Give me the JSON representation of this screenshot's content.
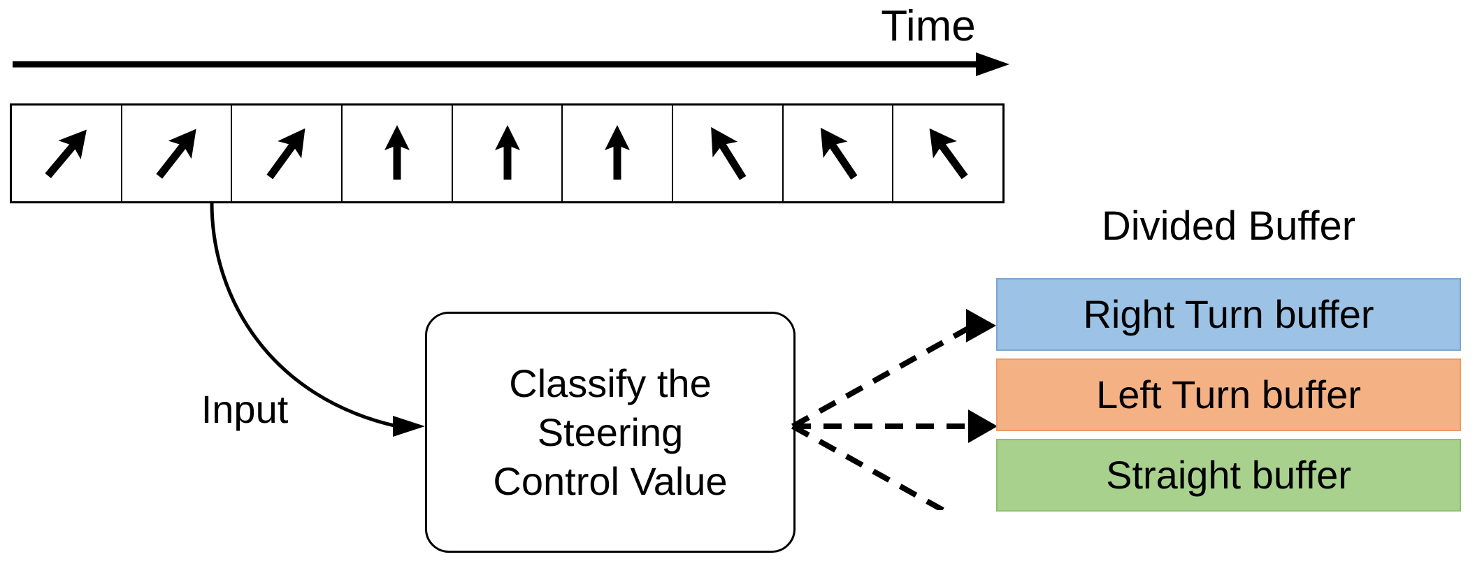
{
  "diagram": {
    "time_axis": {
      "label": "Time",
      "icon": "right-arrow-icon"
    },
    "frame_strip": {
      "name": "steering-frame-sequence",
      "frames": [
        {
          "index": 1,
          "icon": "arrow-up-right-icon",
          "angle_deg": 40,
          "direction": "right turn"
        },
        {
          "index": 2,
          "icon": "arrow-up-right-icon",
          "angle_deg": 38,
          "direction": "right turn"
        },
        {
          "index": 3,
          "icon": "arrow-up-right-icon",
          "angle_deg": 36,
          "direction": "right turn"
        },
        {
          "index": 4,
          "icon": "arrow-up-icon",
          "angle_deg": 0,
          "direction": "straight"
        },
        {
          "index": 5,
          "icon": "arrow-up-icon",
          "angle_deg": 0,
          "direction": "straight"
        },
        {
          "index": 6,
          "icon": "arrow-up-icon",
          "angle_deg": 0,
          "direction": "straight"
        },
        {
          "index": 7,
          "icon": "arrow-up-left-icon",
          "angle_deg": -32,
          "direction": "left turn"
        },
        {
          "index": 8,
          "icon": "arrow-up-left-icon",
          "angle_deg": -34,
          "direction": "left turn"
        },
        {
          "index": 9,
          "icon": "arrow-up-left-icon",
          "angle_deg": -36,
          "direction": "left turn"
        }
      ]
    },
    "input_connector": {
      "label": "Input",
      "icon": "curved-arrow-icon"
    },
    "classifier": {
      "name": "classify-steering-control-value",
      "lines": [
        "Classify the",
        "Steering",
        "Control Value"
      ]
    },
    "divided_buffer": {
      "title": "Divided Buffer",
      "buffers": [
        {
          "key": "right",
          "label": "Right Turn buffer",
          "fill": "#9CC3E5",
          "border": "#7CA6CF"
        },
        {
          "key": "left",
          "label": "Left Turn buffer",
          "fill": "#F4B183",
          "border": "#ED9B62"
        },
        {
          "key": "straight",
          "label": "Straight buffer",
          "fill": "#A9D18E",
          "border": "#8FBE70"
        }
      ],
      "connector_icon": "dashed-arrow-icon"
    },
    "colors": {
      "stroke": "#000000",
      "background": "#FFFFFF",
      "right_turn": "#9CC3E5",
      "left_turn": "#F4B183",
      "straight": "#A9D18E"
    }
  }
}
